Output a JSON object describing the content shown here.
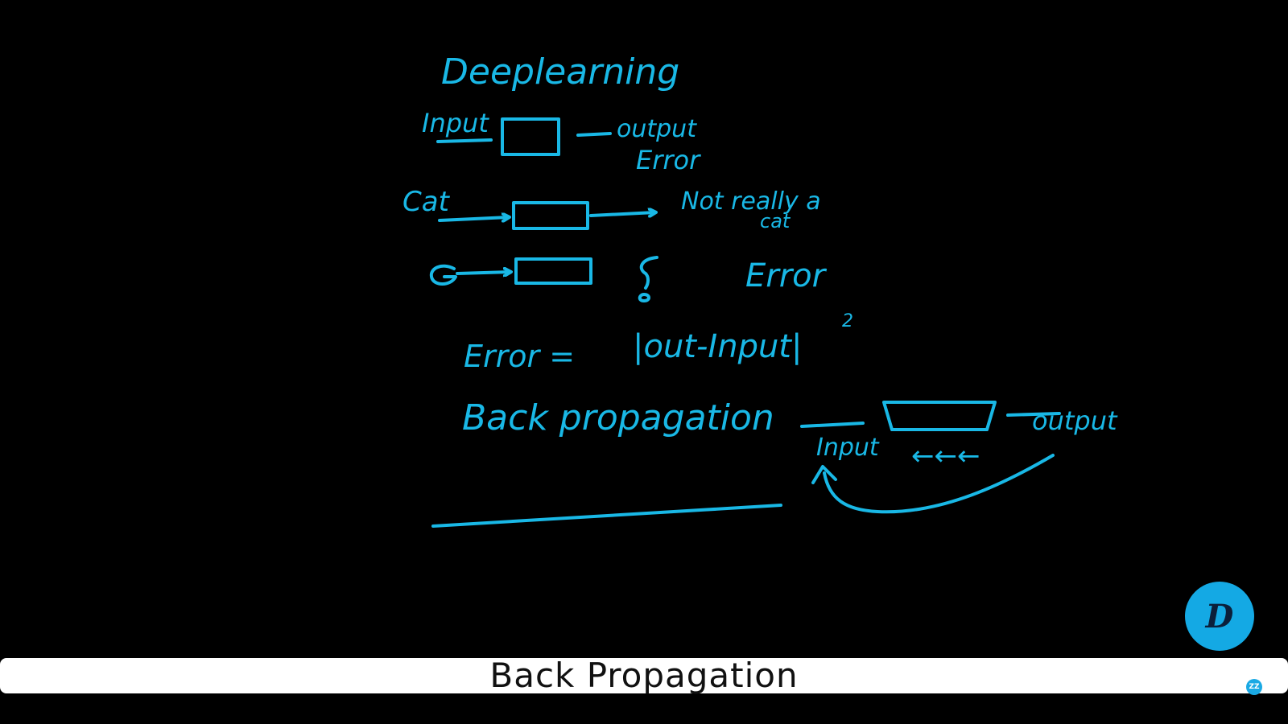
{
  "diagram": {
    "title": "Deeplearning",
    "row1": {
      "input_label": "Input",
      "output_label": "output",
      "error_label": "Error"
    },
    "row2": {
      "input_label": "Cat",
      "output_label_line1": "Not really a",
      "output_label_line2": "cat"
    },
    "row3": {
      "error_label": "Error"
    },
    "formula": {
      "lhs": "Error =",
      "rhs": "|out-Input|",
      "exponent": "2"
    },
    "backprop": {
      "title": "Back propagation",
      "input_label": "Input",
      "output_label": "output",
      "arrows": "←←←"
    },
    "ink_color": "#19b8e6"
  },
  "caption": {
    "text": "Back Propagation"
  },
  "logo": {
    "letter": "D",
    "color": "#14a9e4"
  },
  "mini_logo": {
    "letter": "ZZ"
  }
}
